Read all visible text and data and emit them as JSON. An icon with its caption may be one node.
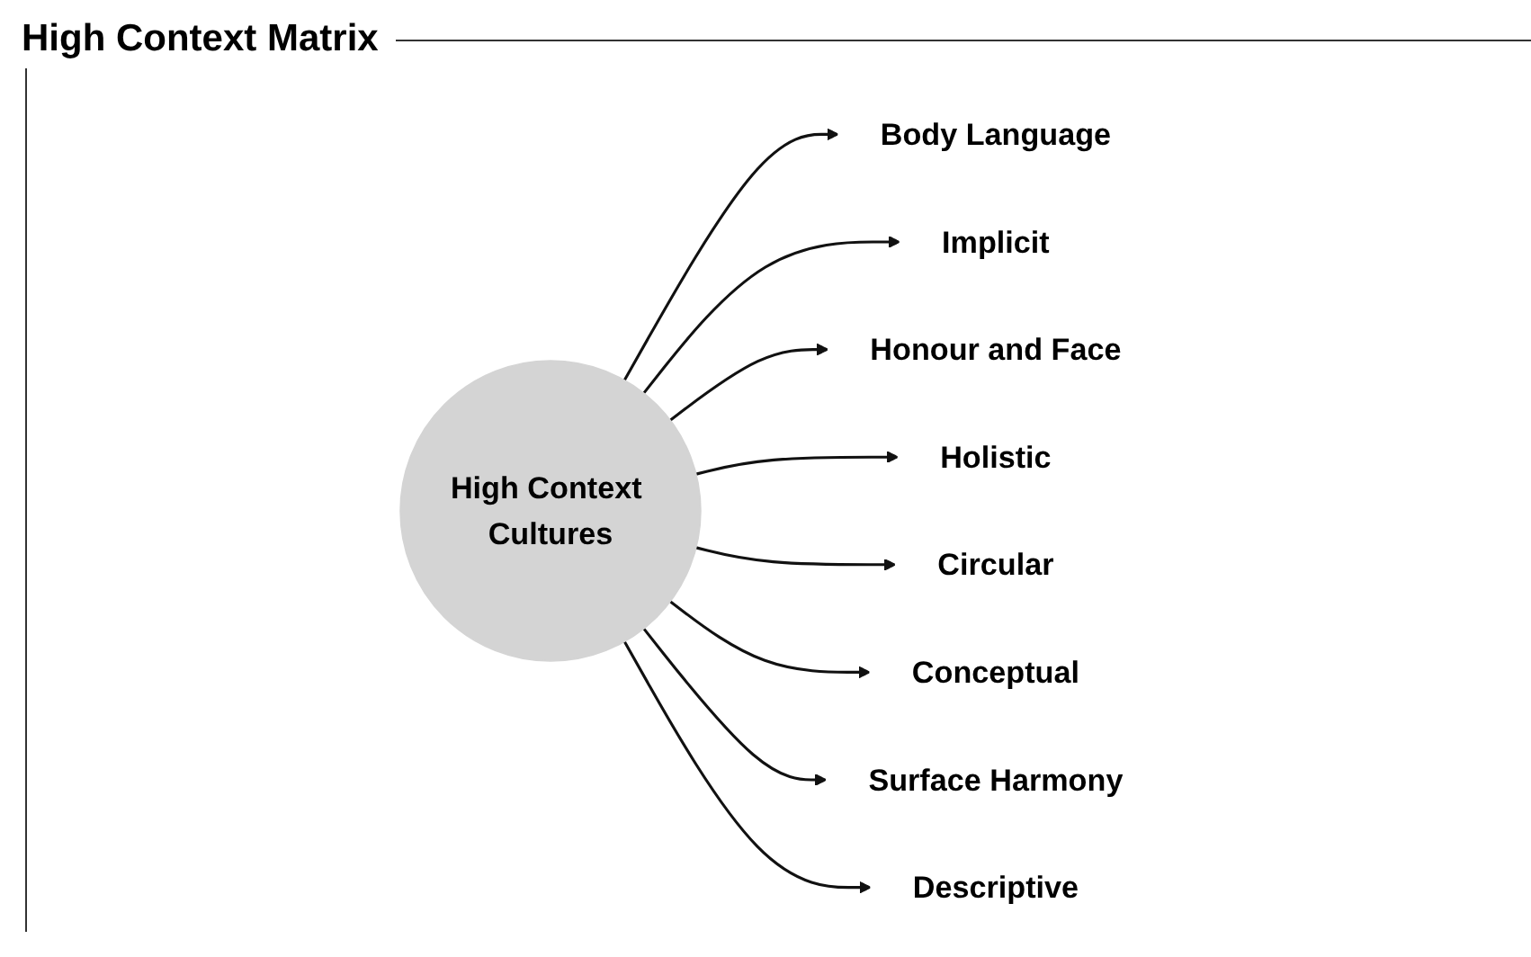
{
  "diagram": {
    "title": "High Context Matrix",
    "nodes": [
      {
        "text": [
          "High Context Cultures"
        ]
      },
      {
        "text": [
          "Body Language"
        ]
      },
      {
        "text": [
          "Implicit"
        ]
      },
      {
        "text": [
          "Honour and Face"
        ]
      },
      {
        "text": [
          "Holistic"
        ]
      },
      {
        "text": [
          "Circular"
        ]
      },
      {
        "text": [
          "Conceptual"
        ]
      },
      {
        "text": [
          "Surface Harmony"
        ]
      },
      {
        "text": [
          "Descriptive"
        ]
      }
    ],
    "edges": [
      {
        "from": 0,
        "to": 1,
        "arrow": "to"
      },
      {
        "from": 0,
        "to": 2,
        "arrow": "to"
      },
      {
        "from": 0,
        "to": 3,
        "arrow": "to"
      },
      {
        "from": 0,
        "to": 4,
        "arrow": "to"
      },
      {
        "from": 0,
        "to": 5,
        "arrow": "to"
      },
      {
        "from": 0,
        "to": 6,
        "arrow": "to"
      },
      {
        "from": 0,
        "to": 7,
        "arrow": "to"
      },
      {
        "from": 0,
        "to": 8,
        "arrow": "to"
      }
    ]
  }
}
